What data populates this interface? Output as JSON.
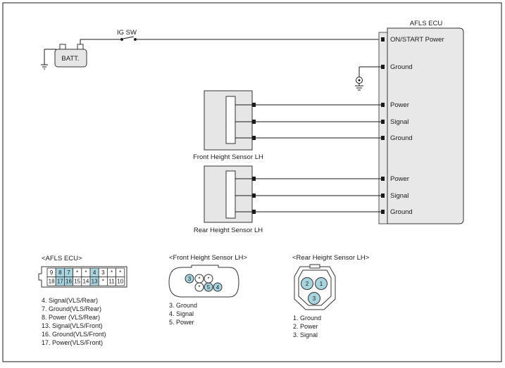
{
  "battery": {
    "label": "BATT."
  },
  "switch": {
    "label": "IG SW"
  },
  "ecu": {
    "title": "AFLS ECU",
    "pins": {
      "on_start_power": "ON/START Power",
      "ground": "Ground",
      "front_power": "Power",
      "front_signal": "Signal",
      "front_ground": "Ground",
      "rear_power": "Power",
      "rear_signal": "Signal",
      "rear_ground": "Ground"
    }
  },
  "front_sensor": {
    "label": "Front Height Sensor LH"
  },
  "rear_sensor": {
    "label": "Rear Height Sensor LH"
  },
  "ecu_connector": {
    "title": "<AFLS ECU>",
    "top_row": [
      "9",
      "8",
      "7",
      "*",
      "*",
      "4",
      "3",
      "*",
      "*"
    ],
    "bottom_row": [
      "18",
      "17",
      "16",
      "15",
      "14",
      "13",
      "*",
      "11",
      "10"
    ],
    "legend": [
      "4. Signal(VLS/Rear)",
      "7. Ground(VLS/Rear)",
      "8. Power (VLS/Rear)",
      "13. Signal(VLS/Front)",
      "16. Ground(VLS/Front)",
      "17. Power(VLS/Front)"
    ]
  },
  "front_connector": {
    "title": "<Front Height Sensor  LH>",
    "pins": [
      "3",
      "*",
      "*",
      "*",
      "5",
      "4"
    ],
    "legend": [
      "3. Ground",
      "4. Signal",
      "5. Power"
    ]
  },
  "rear_connector": {
    "title": "<Rear Height Sensor LH>",
    "pins": [
      "2",
      "1",
      "3"
    ],
    "legend": [
      "1. Ground",
      "2. Power",
      "3. Signal"
    ]
  },
  "colors": {
    "highlight": "#a8d4e0",
    "ecu_fill": "#e8e8e8",
    "sensor_fill": "#e6e6e6"
  }
}
